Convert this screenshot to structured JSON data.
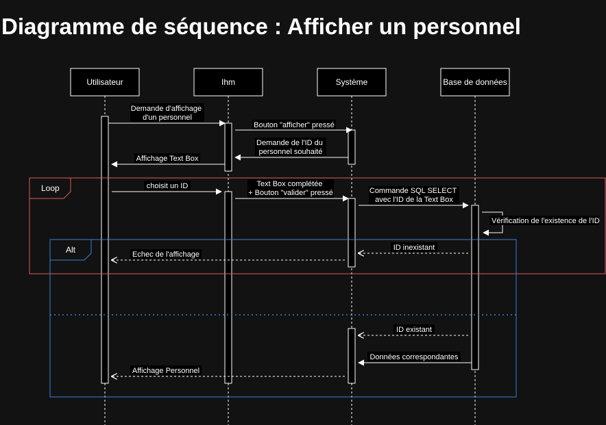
{
  "title": "Diagramme de séquence : Afficher un personnel",
  "colors": {
    "background": "#121212",
    "foreground": "#ffffff",
    "loop_frame": "#e05a5a",
    "alt_frame": "#3b82d6"
  },
  "participants": [
    {
      "id": "user",
      "label": "Utilisateur"
    },
    {
      "id": "ihm",
      "label": "Ihm"
    },
    {
      "id": "system",
      "label": "Système"
    },
    {
      "id": "db",
      "label": "Base de données"
    }
  ],
  "fragments": {
    "loop": {
      "label": "Loop"
    },
    "alt": {
      "label": "Alt"
    }
  },
  "messages": [
    {
      "id": "m1",
      "from": "user",
      "to": "ihm",
      "style": "solid",
      "lines": [
        "Demande d'affichage",
        "d'un personnel"
      ]
    },
    {
      "id": "m2",
      "from": "ihm",
      "to": "system",
      "style": "solid",
      "lines": [
        "Bouton \"afficher\" pressé"
      ]
    },
    {
      "id": "m3",
      "from": "system",
      "to": "ihm",
      "style": "solid",
      "lines": [
        "Demande de l'ID du",
        "personnel souhaité"
      ]
    },
    {
      "id": "m4",
      "from": "ihm",
      "to": "user",
      "style": "solid",
      "lines": [
        "Affichage Text Box"
      ]
    },
    {
      "id": "m5",
      "from": "user",
      "to": "ihm",
      "style": "solid",
      "lines": [
        "choisit un ID"
      ]
    },
    {
      "id": "m6",
      "from": "ihm",
      "to": "system",
      "style": "solid",
      "lines": [
        "Text Box complétée",
        "+ Bouton \"valider\" pressé"
      ]
    },
    {
      "id": "m7",
      "from": "system",
      "to": "db",
      "style": "solid",
      "lines": [
        "Commande SQL SELECT",
        "avec l'ID de la Text Box"
      ]
    },
    {
      "id": "m8",
      "from": "db",
      "to": "db",
      "style": "solid",
      "lines": [
        "Vérification de l'existence de l'ID"
      ]
    },
    {
      "id": "m9",
      "from": "db",
      "to": "system",
      "style": "dashed",
      "lines": [
        "ID inexistant"
      ]
    },
    {
      "id": "m10",
      "from": "system",
      "to": "user",
      "style": "dashed",
      "lines": [
        "Echec de l'affichage"
      ]
    },
    {
      "id": "m11",
      "from": "db",
      "to": "system",
      "style": "dashed",
      "lines": [
        "ID existant"
      ]
    },
    {
      "id": "m12",
      "from": "db",
      "to": "system",
      "style": "solid",
      "lines": [
        "Données correspondantes"
      ]
    },
    {
      "id": "m13",
      "from": "system",
      "to": "user",
      "style": "dashed",
      "lines": [
        "Affichage Personnel"
      ]
    }
  ]
}
